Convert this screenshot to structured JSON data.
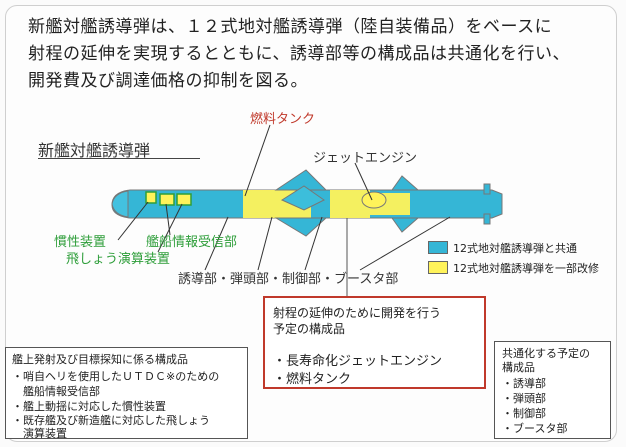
{
  "intro": {
    "line1": "新艦対艦誘導弾は、１２式地対艦誘導弾（陸自装備品）をベースに",
    "line2": "射程の延伸を実現するとともに、誘導部等の構成品は共通化を行い、",
    "line3": "開発費及び調達価格の抑制を図る。"
  },
  "diagram": {
    "title": "新艦対艦誘導弾",
    "labels": {
      "fuel_tank": "燃料タンク",
      "jet_engine": "ジェットエンジン",
      "ins": "慣性装置",
      "ship_info_receiver": "艦船情報受信部",
      "flight_computer": "飛しょう演算装置",
      "sections": "誘導部・弾頭部・制御部・ブースタ部"
    },
    "colors": {
      "common": "#35b6d6",
      "modified": "#fff35a",
      "body": "#35b6d6"
    }
  },
  "legend": {
    "common": "12式地対艦誘導弾と共通",
    "modified": "12式地対艦誘導弾を一部改修"
  },
  "dev_box": {
    "heading1": "射程の延伸のために開発を行う",
    "heading2": "予定の構成品",
    "item1": "・長寿命化ジェットエンジン",
    "item2": "・燃料タンク"
  },
  "ship_box": {
    "heading": "艦上発射及び目標探知に係る構成品",
    "line1": "・哨自ヘリを使用したＵＴＤＣ※のための",
    "line2": "　艦船情報受信部",
    "line3": "・艦上動揺に対応した慣性装置",
    "line4": "・既存艦及び新造艦に対応した飛しょう",
    "line5": "　演算装置"
  },
  "common_box": {
    "heading1": "共通化する予定の",
    "heading2": "構成品",
    "item1": "・誘導部",
    "item2": "・弾頭部",
    "item3": "・制御部",
    "item4": "・ブースタ部"
  }
}
